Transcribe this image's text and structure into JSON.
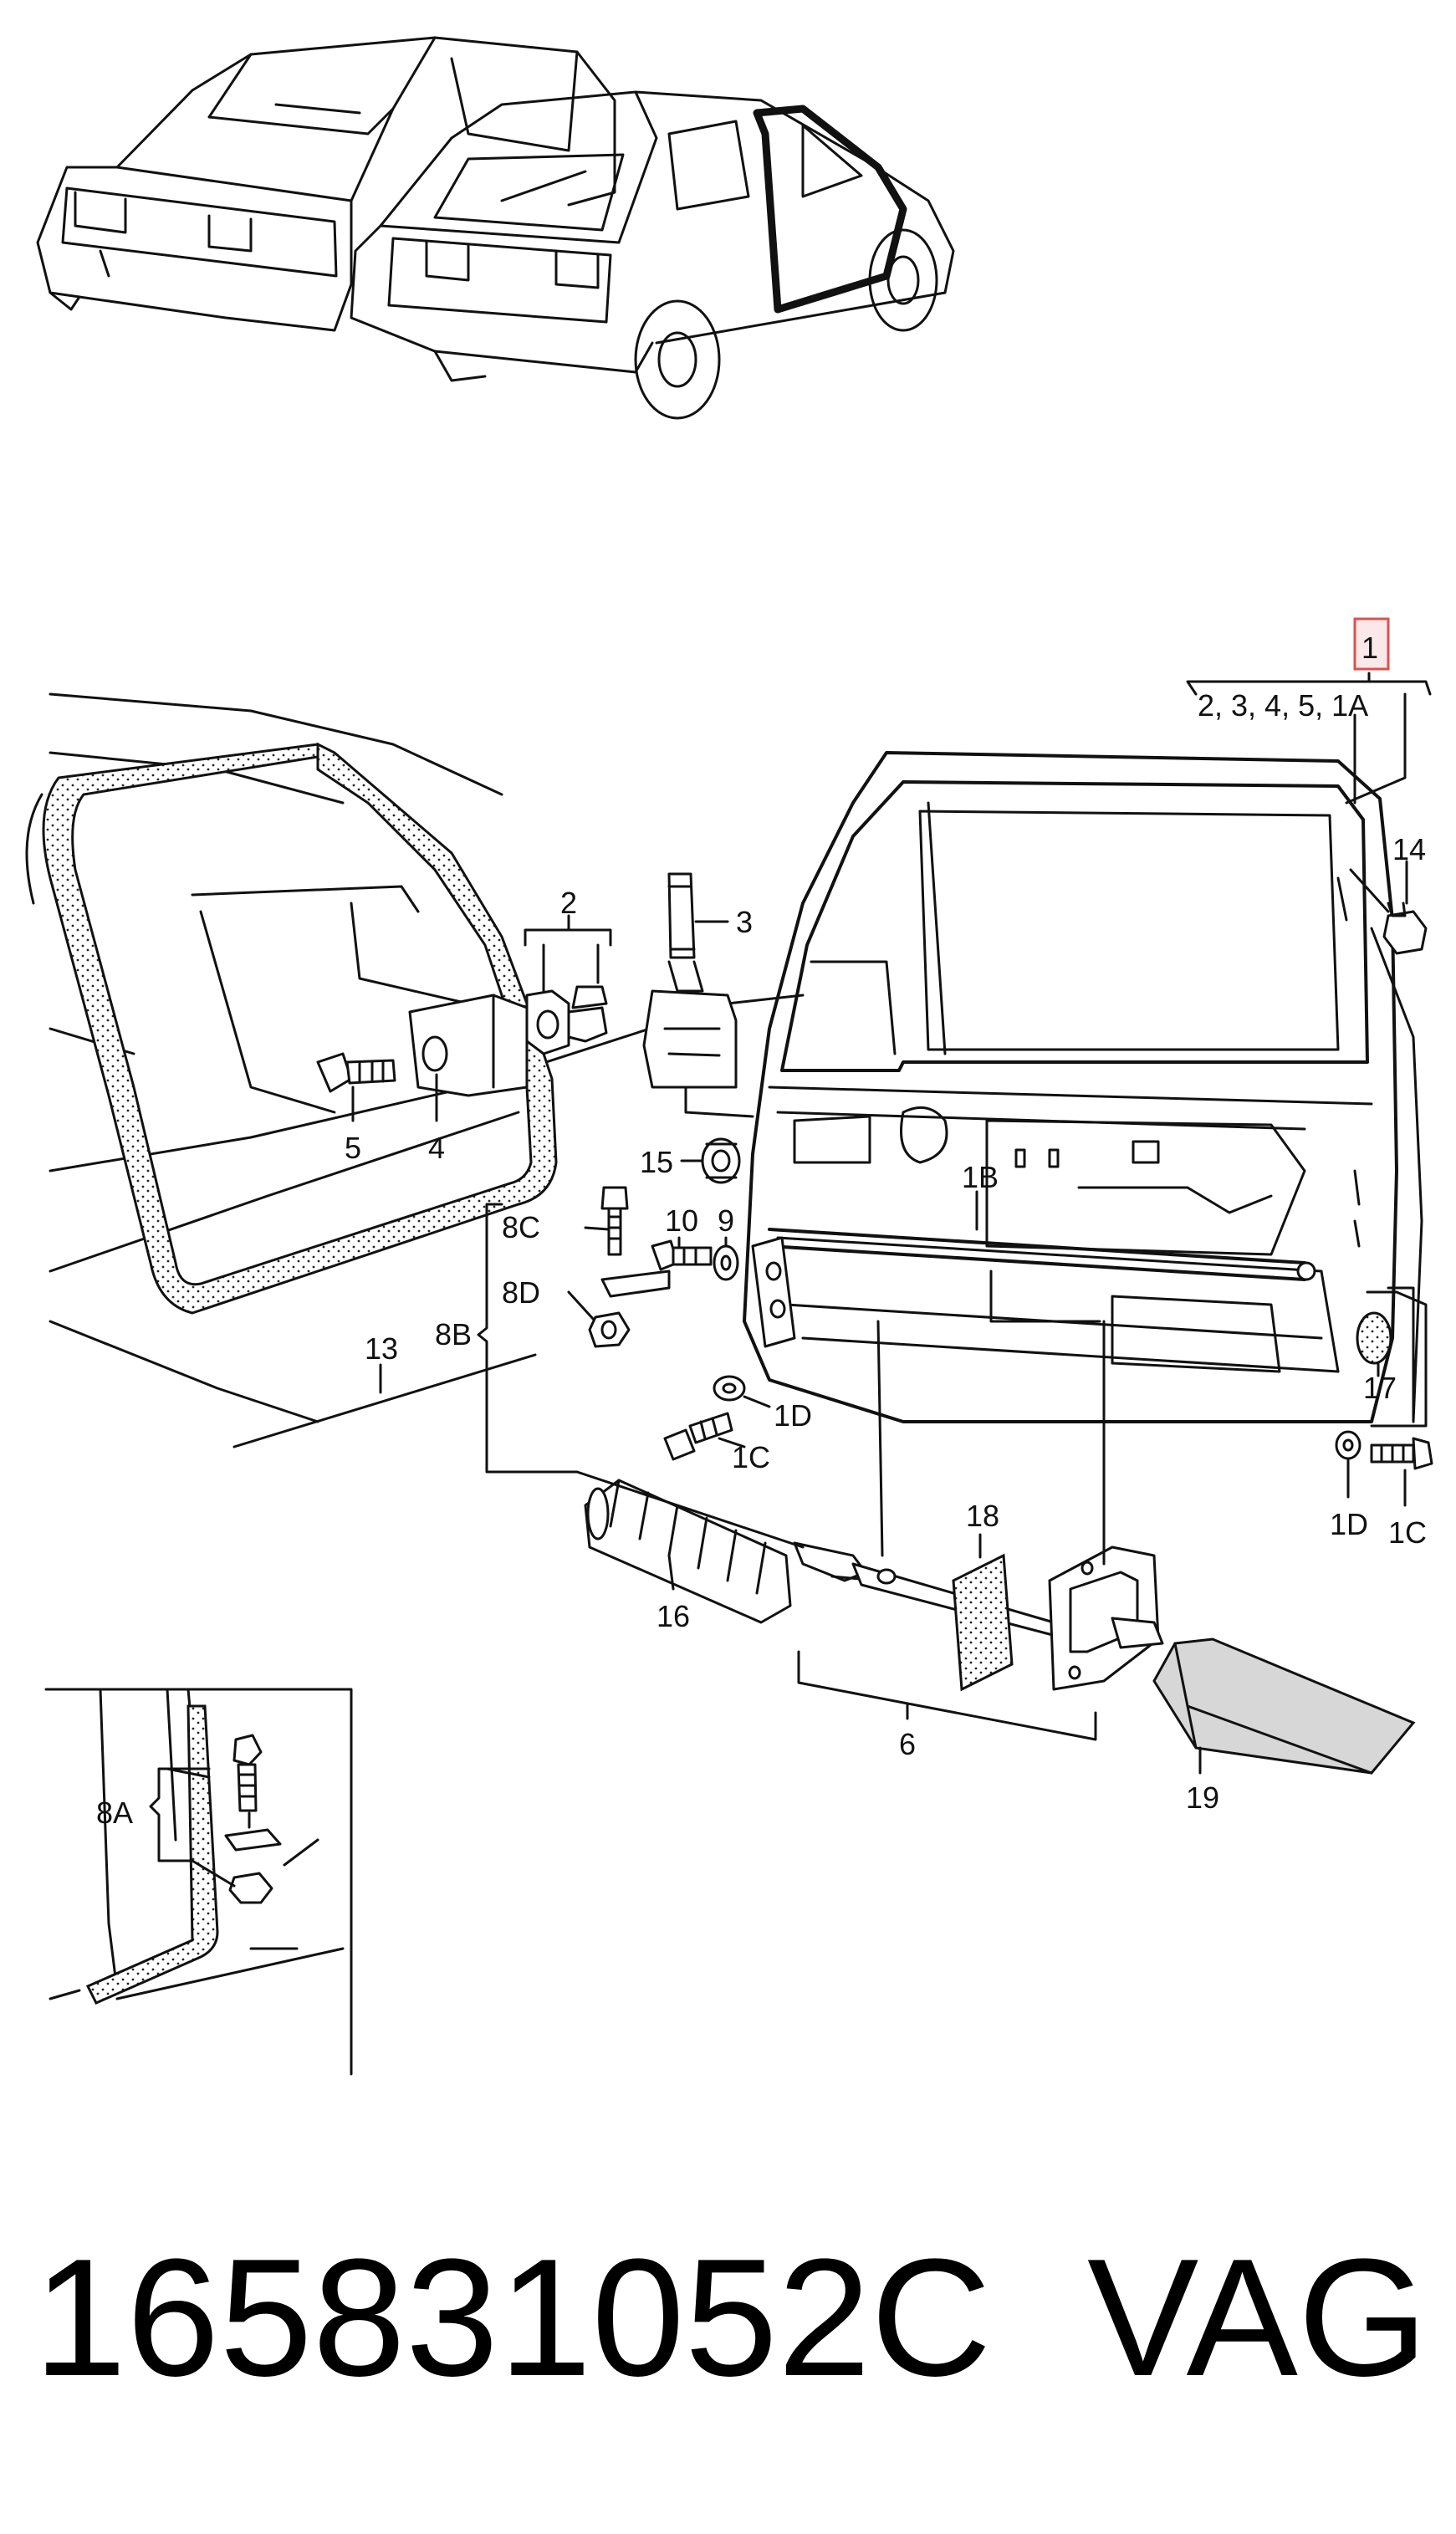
{
  "part_number": "165831052C",
  "brand": "VAG",
  "highlighted_callout": "1",
  "callout_group": "2, 3, 4, 5, 1A",
  "colors": {
    "highlight": "#d9534f",
    "highlight_fill": "#fbe9ea",
    "ink": "#111111"
  },
  "callouts": {
    "c1B": "1B",
    "c1C_a": "1C",
    "c1C_b": "1C",
    "c1D_a": "1D",
    "c1D_b": "1D",
    "c2": "2",
    "c3": "3",
    "c4": "4",
    "c5": "5",
    "c6": "6",
    "c8A": "8A",
    "c8B": "8B",
    "c8C": "8C",
    "c8D": "8D",
    "c9": "9",
    "c10": "10",
    "c13": "13",
    "c14": "14",
    "c15": "15",
    "c16": "16",
    "c17": "17",
    "c18": "18",
    "c19": "19"
  }
}
